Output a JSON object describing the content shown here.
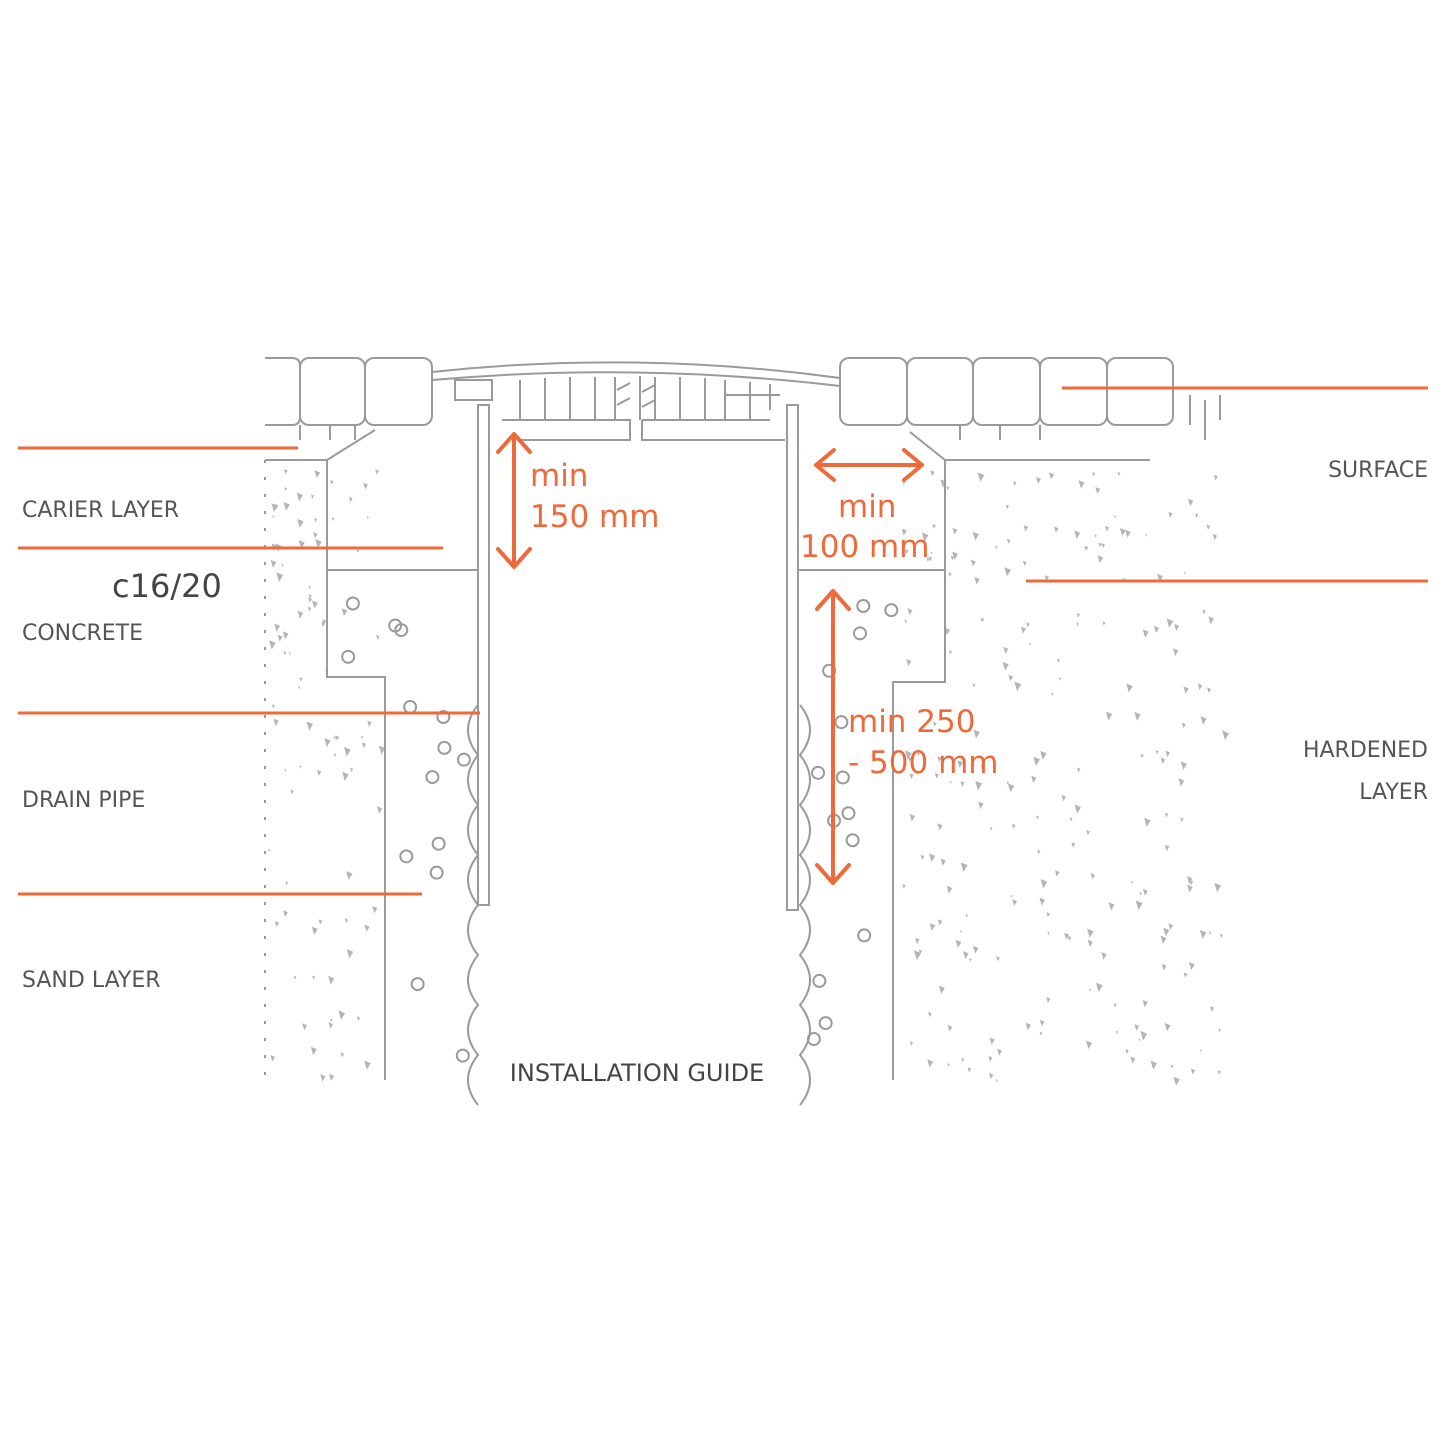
{
  "colors": {
    "accent": "#ef6a3a",
    "line": "#9a9a9a",
    "text": "#555555"
  },
  "labels": {
    "carrier_layer": "CARIER LAYER",
    "concrete_grade": "c16/20",
    "concrete": "CONCRETE",
    "drain_pipe": "DRAIN PIPE",
    "sand_layer": "SAND LAYER",
    "surface": "SURFACE",
    "hardened_line1": "HARDENED",
    "hardened_line2": "LAYER",
    "title": "INSTALLATION GUIDE"
  },
  "dimensions": {
    "depth_top": {
      "line1": "min",
      "line2": "150 mm"
    },
    "side_width": {
      "line1": "min",
      "line2": "100 mm"
    },
    "pipe_depth": {
      "line1": "min 250",
      "line2": "- 500 mm"
    }
  }
}
